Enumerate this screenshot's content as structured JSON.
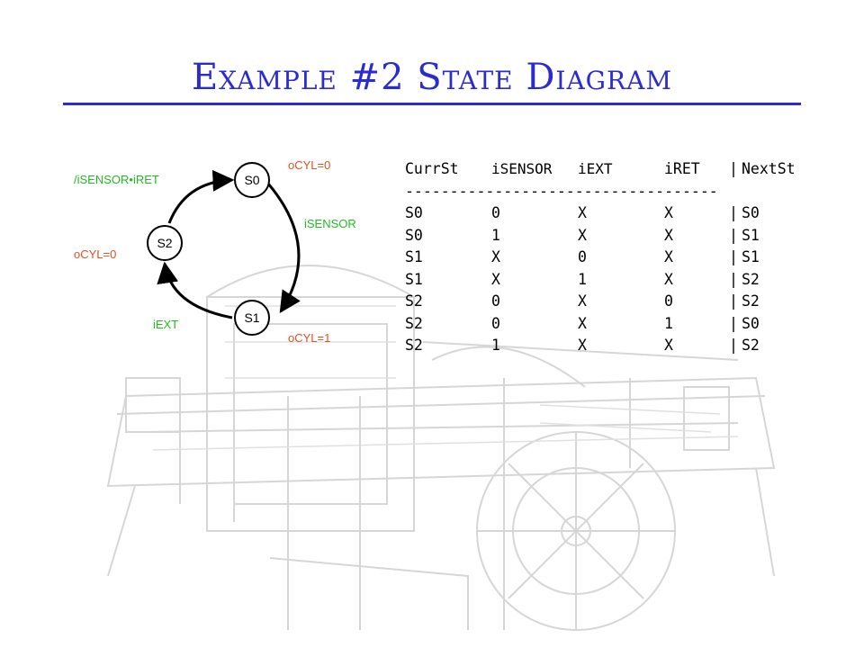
{
  "slide": {
    "title": "Example #2 State Diagram"
  },
  "diagram": {
    "states": [
      "S0",
      "S1",
      "S2"
    ],
    "transitions": [
      {
        "label": "iSENSOR",
        "from": "S0",
        "to": "S1"
      },
      {
        "label": "iEXT",
        "from": "S1",
        "to": "S2"
      },
      {
        "label": "/iSENSOR•iRET",
        "from": "S2",
        "to": "S0"
      }
    ],
    "outputs": [
      {
        "state": "S0",
        "label": "oCYL=0"
      },
      {
        "state": "S1",
        "label": "oCYL=1"
      },
      {
        "state": "S2",
        "label": "oCYL=0"
      }
    ],
    "colors": {
      "input": "#22bb22",
      "output": "#e05020",
      "title": "#2b2bd0"
    }
  },
  "table": {
    "headers": [
      "CurrSt",
      "iSENSOR",
      "iEXT",
      "iRET",
      "|",
      "NextSt"
    ],
    "divider": "-----------------------------------",
    "rows": [
      [
        "S0",
        "0",
        "X",
        "X",
        "|",
        "S0"
      ],
      [
        "S0",
        "1",
        "X",
        "X",
        "|",
        "S1"
      ],
      [
        "S1",
        "X",
        "0",
        "X",
        "|",
        "S1"
      ],
      [
        "S1",
        "X",
        "1",
        "X",
        "|",
        "S2"
      ],
      [
        "S2",
        "0",
        "X",
        "0",
        "|",
        "S2"
      ],
      [
        "S2",
        "0",
        "X",
        "1",
        "|",
        "S0"
      ],
      [
        "S2",
        "1",
        "X",
        "X",
        "|",
        "S2"
      ]
    ]
  }
}
